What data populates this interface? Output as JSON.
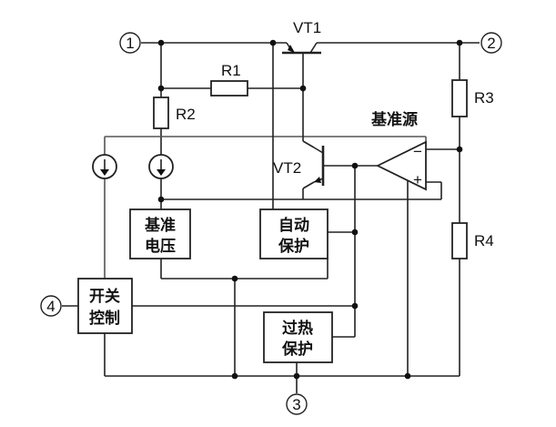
{
  "terminals": {
    "t1": "1",
    "t2": "2",
    "t3": "3",
    "t4": "4"
  },
  "transistors": {
    "vt1": "VT1",
    "vt2": "VT2"
  },
  "resistors": {
    "r1": "R1",
    "r2": "R2",
    "r3": "R3",
    "r4": "R4"
  },
  "reference_label": "基准源",
  "opamp": {
    "minus": "−",
    "plus": "+"
  },
  "blocks": {
    "ref_voltage": [
      "基准",
      "电压"
    ],
    "auto_protect": [
      "自动",
      "保护"
    ],
    "switch_ctrl": [
      "开关",
      "控制"
    ],
    "thermal_protect": [
      "过热",
      "保护"
    ]
  },
  "colors": {
    "line": "#222222",
    "background": "#ffffff"
  }
}
